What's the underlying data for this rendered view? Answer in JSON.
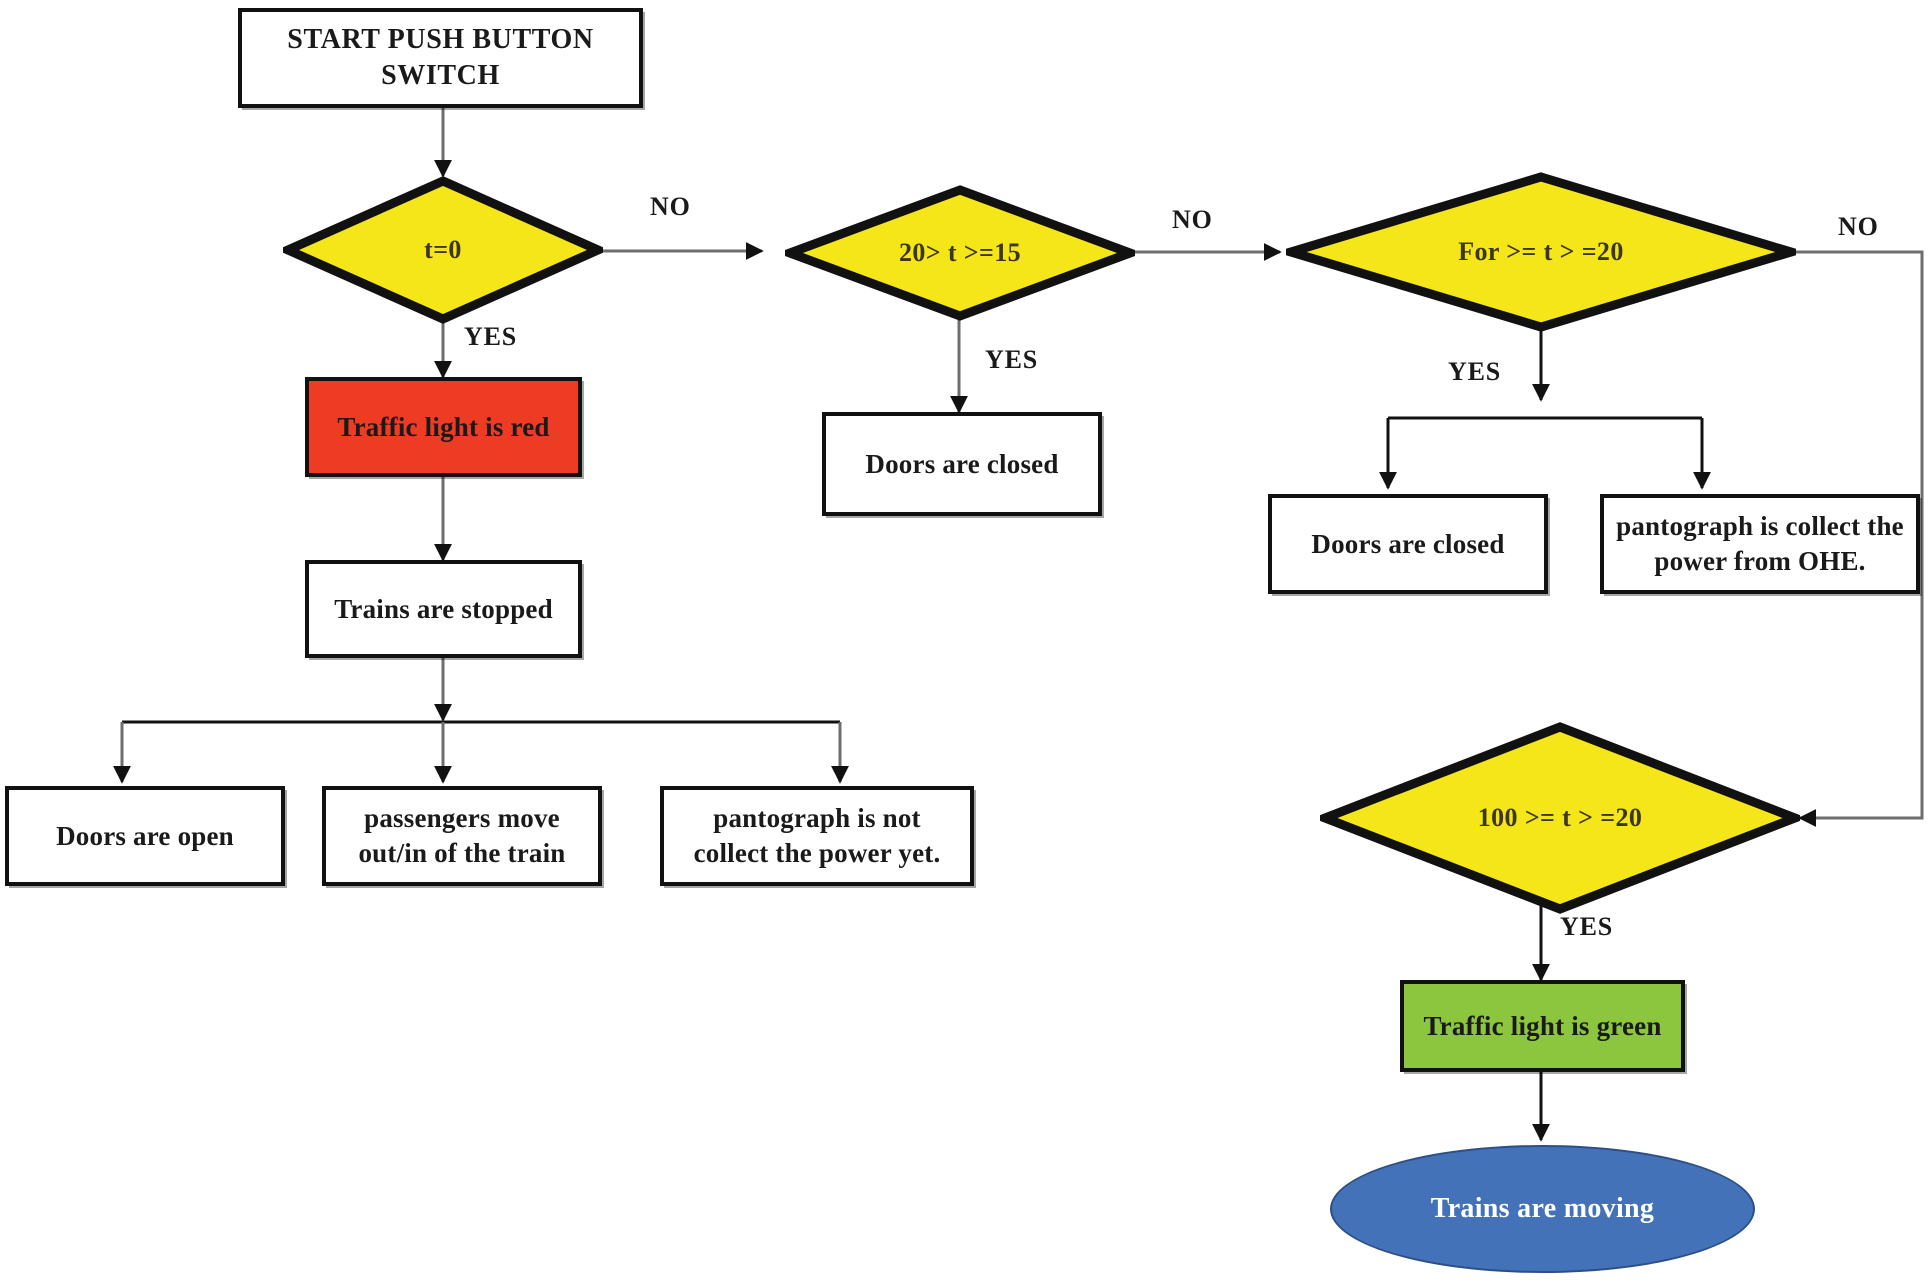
{
  "diagram": {
    "title": "Railway station push button control flowchart",
    "type": "flowchart",
    "colors": {
      "decision_fill": "#F5E619",
      "decision_stroke": "#111111",
      "process_fill": "#FFFFFF",
      "process_stroke": "#111111",
      "red_fill": "#EE3B24",
      "green_fill": "#8CC63F",
      "terminator_fill": "#4472B8",
      "terminator_text": "#FFFFFF",
      "edge_stroke": "#6E6E6E",
      "background": "#FFFFFF"
    }
  },
  "nodes": {
    "start": {
      "label": "START PUSH BUTTON SWITCH",
      "shape": "process"
    },
    "d1": {
      "label": "t=0",
      "shape": "decision"
    },
    "d2": {
      "label": "20> t >=15",
      "shape": "decision"
    },
    "d3": {
      "label": "For >= t > =20",
      "shape": "decision"
    },
    "d4": {
      "label": "100 >= t > =20",
      "shape": "decision"
    },
    "p_red": {
      "label": "Traffic light is red",
      "shape": "process"
    },
    "p_stopped": {
      "label": "Trains are stopped",
      "shape": "process"
    },
    "p_doors_open": {
      "label": "Doors are open",
      "shape": "process"
    },
    "p_passengers": {
      "label": "passengers move out/in of the train",
      "shape": "process"
    },
    "p_panto_not": {
      "label": "pantograph is not collect the power yet.",
      "shape": "process"
    },
    "p_doors_closed_mid": {
      "label": "Doors are closed",
      "shape": "process"
    },
    "p_doors_closed_right": {
      "label": "Doors are closed",
      "shape": "process"
    },
    "p_panto_collect": {
      "label": "pantograph is  collect the power from OHE.",
      "shape": "process"
    },
    "p_green": {
      "label": "Traffic light is green",
      "shape": "process"
    },
    "p_moving": {
      "label": "Trains are moving",
      "shape": "terminator"
    }
  },
  "edge_labels": {
    "d1_no": "NO",
    "d1_yes": "YES",
    "d2_no": "NO",
    "d2_yes": "YES",
    "d3_no": "NO",
    "d3_yes": "YES",
    "d4_yes": "YES"
  },
  "chart_data": {
    "type": "flowchart",
    "nodes": [
      {
        "id": "start",
        "text": "START PUSH BUTTON SWITCH",
        "shape": "process"
      },
      {
        "id": "d1",
        "text": "t=0",
        "shape": "decision"
      },
      {
        "id": "p_red",
        "text": "Traffic light is red",
        "shape": "process"
      },
      {
        "id": "p_stopped",
        "text": "Trains are stopped",
        "shape": "process"
      },
      {
        "id": "p_doors_open",
        "text": "Doors are open",
        "shape": "process"
      },
      {
        "id": "p_passengers",
        "text": "passengers move out/in of the train",
        "shape": "process"
      },
      {
        "id": "p_panto_not",
        "text": "pantograph is not collect the power yet.",
        "shape": "process"
      },
      {
        "id": "d2",
        "text": "20> t >=15",
        "shape": "decision"
      },
      {
        "id": "p_doors_closed_mid",
        "text": "Doors are closed",
        "shape": "process"
      },
      {
        "id": "d3",
        "text": "For >= t > =20",
        "shape": "decision"
      },
      {
        "id": "p_doors_closed_right",
        "text": "Doors are closed",
        "shape": "process"
      },
      {
        "id": "p_panto_collect",
        "text": "pantograph is  collect the power from OHE.",
        "shape": "process"
      },
      {
        "id": "d4",
        "text": "100 >= t > =20",
        "shape": "decision"
      },
      {
        "id": "p_green",
        "text": "Traffic light is green",
        "shape": "process"
      },
      {
        "id": "p_moving",
        "text": "Trains are moving",
        "shape": "terminator"
      }
    ],
    "edges": [
      {
        "from": "start",
        "to": "d1",
        "label": ""
      },
      {
        "from": "d1",
        "to": "d2",
        "label": "NO"
      },
      {
        "from": "d1",
        "to": "p_red",
        "label": "YES"
      },
      {
        "from": "p_red",
        "to": "p_stopped",
        "label": ""
      },
      {
        "from": "p_stopped",
        "to": "p_doors_open",
        "label": ""
      },
      {
        "from": "p_stopped",
        "to": "p_passengers",
        "label": ""
      },
      {
        "from": "p_stopped",
        "to": "p_panto_not",
        "label": ""
      },
      {
        "from": "d2",
        "to": "d3",
        "label": "NO"
      },
      {
        "from": "d2",
        "to": "p_doors_closed_mid",
        "label": "YES"
      },
      {
        "from": "d3",
        "to": "d4",
        "label": "NO"
      },
      {
        "from": "d3",
        "to": "p_doors_closed_right",
        "label": "YES"
      },
      {
        "from": "d3",
        "to": "p_panto_collect",
        "label": "YES"
      },
      {
        "from": "d4",
        "to": "p_green",
        "label": "YES"
      },
      {
        "from": "p_green",
        "to": "p_moving",
        "label": ""
      }
    ]
  }
}
